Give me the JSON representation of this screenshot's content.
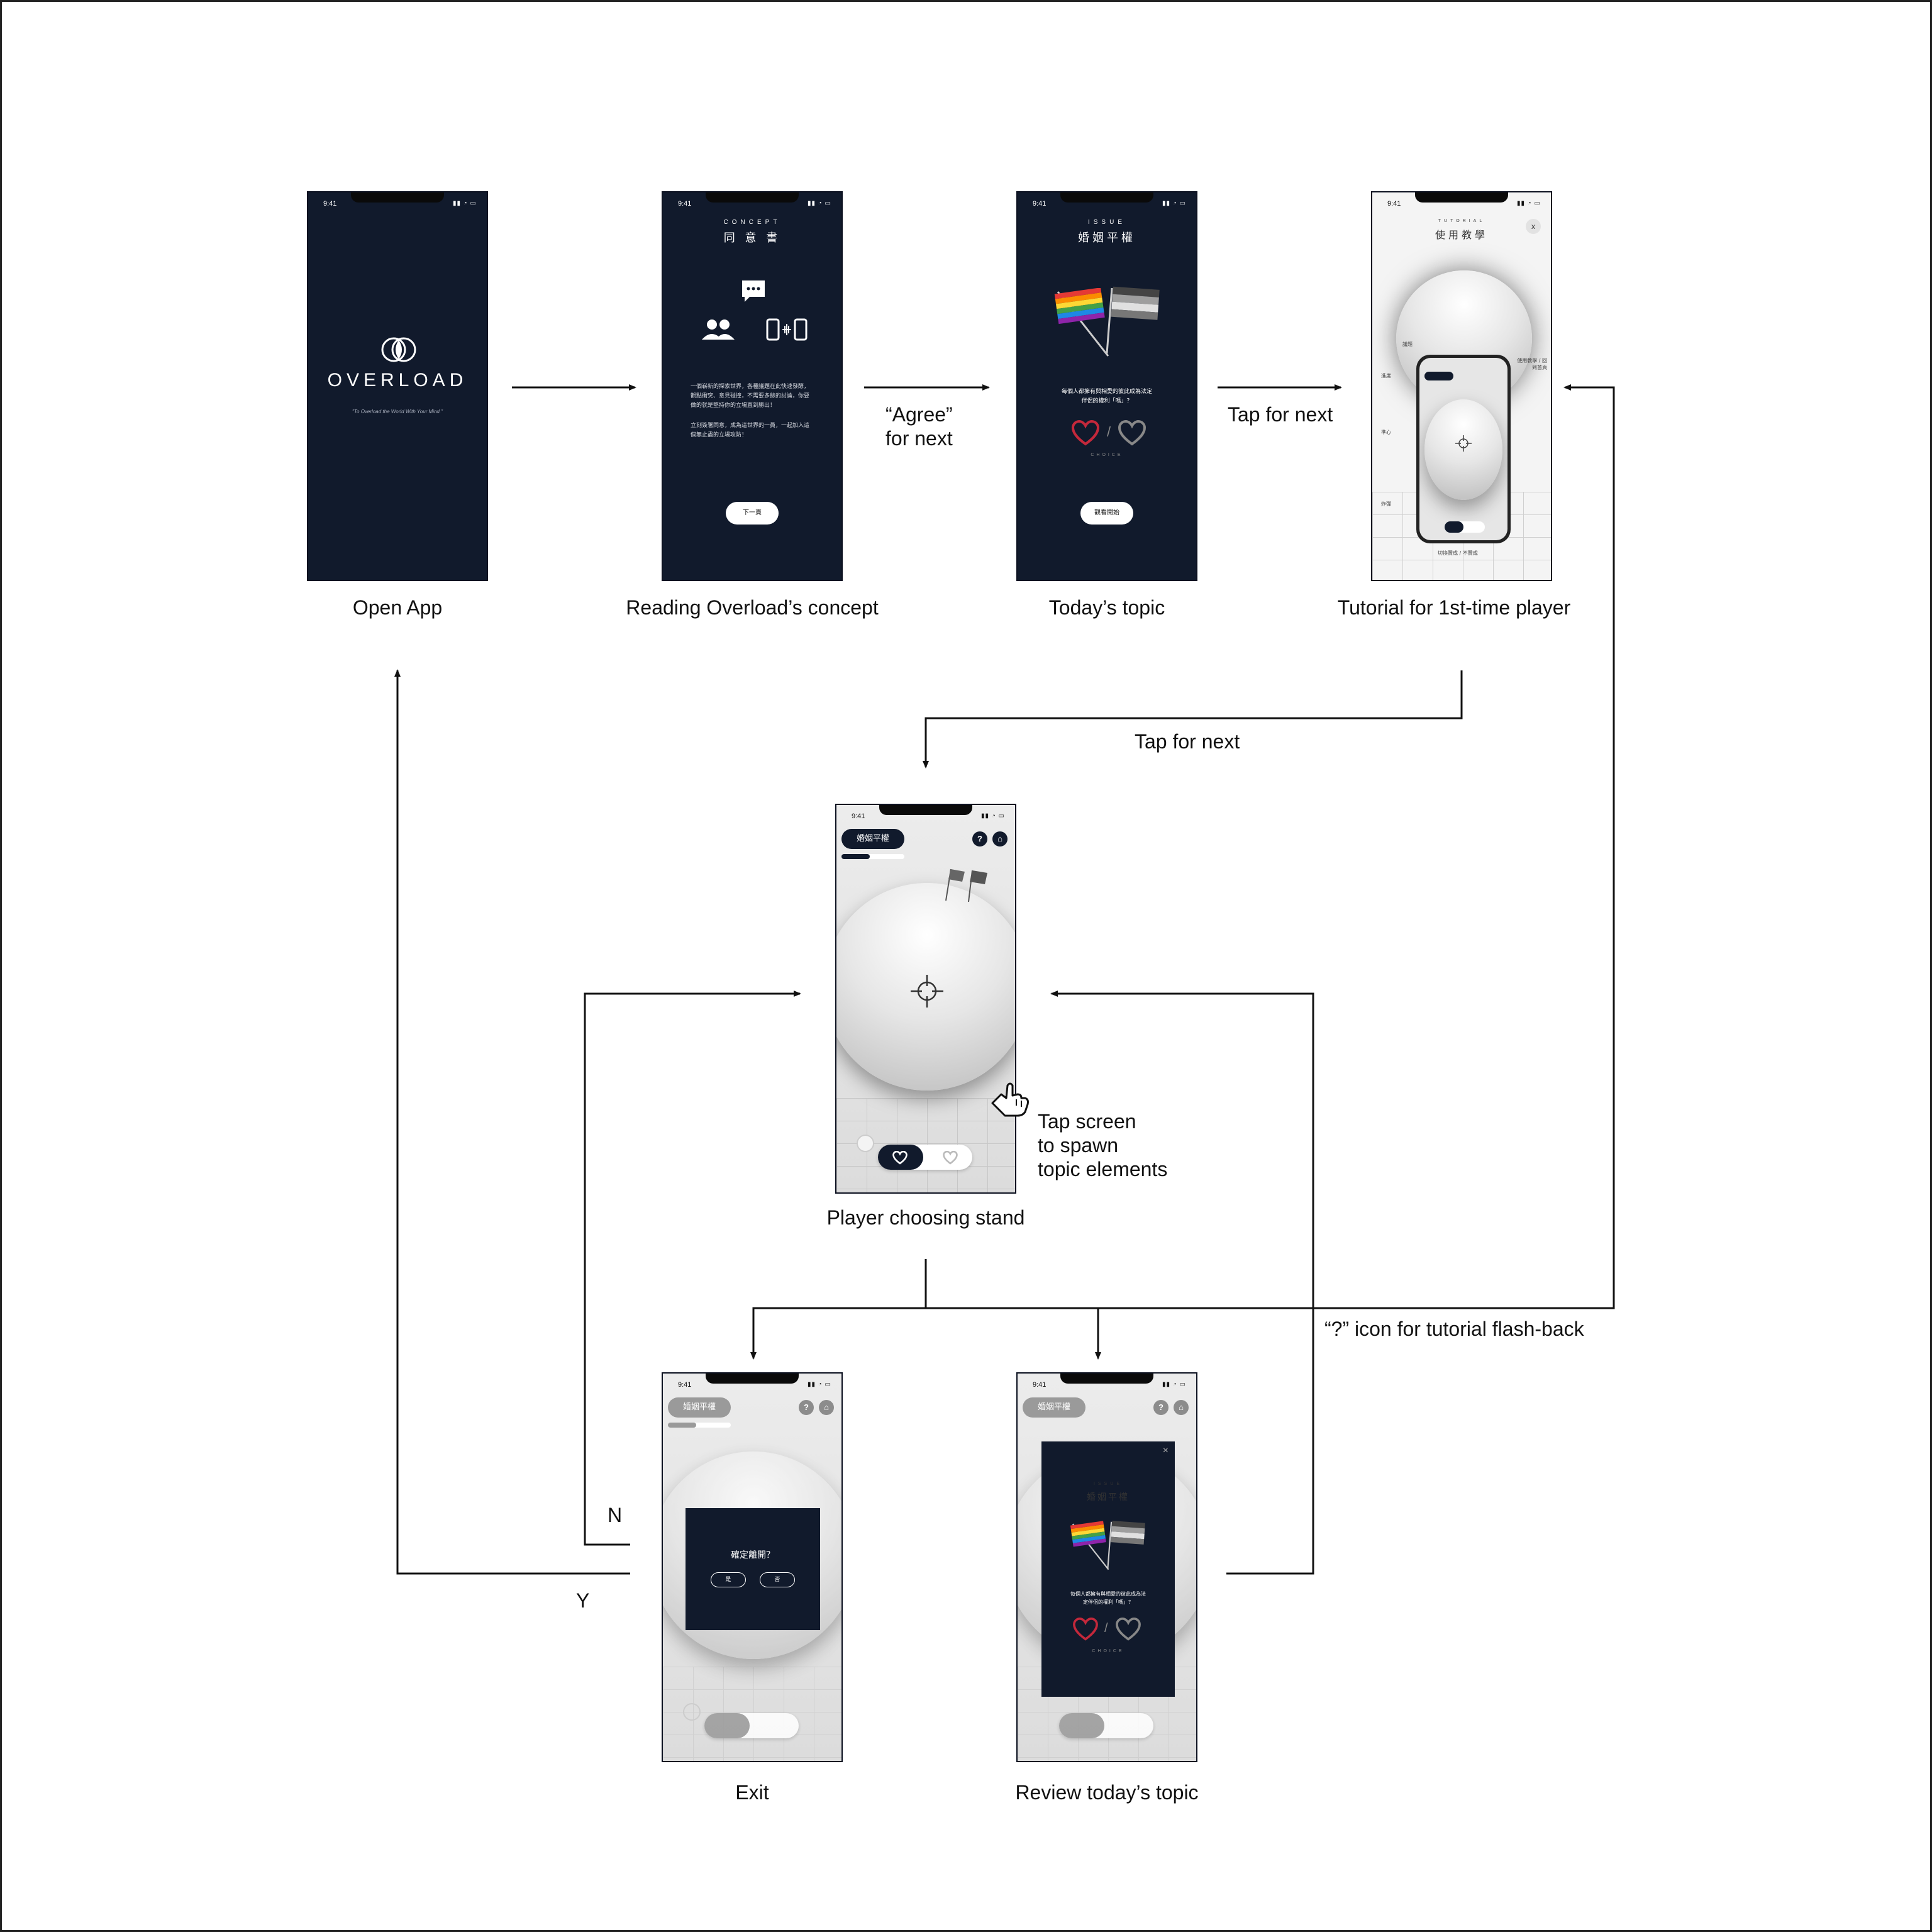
{
  "status": {
    "time": "9:41",
    "icons": "▮▮ ◔ ▭"
  },
  "screens": {
    "open_app": {
      "caption": "Open App",
      "brand": "OVERLOAD",
      "tagline": "\"To Overload the World With Your Mind.\""
    },
    "concept": {
      "caption": "Reading Overload’s concept",
      "subtitle": "CONCEPT",
      "title": "同 意 書",
      "paragraph1": "一個嶄新的探索世界，各種議題在此快速發酵，觀點衝突、意見碰撞，不需要多餘的討論，你要做的就是堅持你的立場直到勝出！",
      "paragraph2": "立刻簽署同意，成為這世界的一員，一起加入這個無止盡的立場攻防！",
      "button": "下一頁"
    },
    "topic": {
      "caption": "Today’s topic",
      "subtitle": "ISSUE",
      "title": "婚姻平權",
      "question": "每個人都擁有與相愛的彼此成為法定伴侶的權利「嗎」？",
      "choices": "CHOICE",
      "button": "觀看開始"
    },
    "tutorial": {
      "caption": "Tutorial for 1st-time player",
      "subtitle": "TUTORIAL",
      "title": "使用教學",
      "close": "x",
      "label_left1": "議題",
      "label_left2": "進度",
      "label_left3": "準心",
      "label_left4": "炸彈",
      "label_right": "使用教學 / 回到首頁",
      "label_bottom": "切換贊成 / 不贊成"
    },
    "stand": {
      "caption": "Player choosing stand",
      "issue": "婚姻平權",
      "help": "?",
      "home": "⌂"
    },
    "exit": {
      "caption": "Exit",
      "issue": "婚姻平權",
      "help": "?",
      "home": "⌂",
      "question": "確定離開？",
      "yes": "是",
      "no": "否"
    },
    "review": {
      "caption": "Review today’s topic",
      "issue": "婚姻平權",
      "help": "?",
      "home": "⌂",
      "subtitle": "ISSUE",
      "title": "婚姻平權",
      "question": "每個人都擁有與相愛的彼此成為法定伴侶的權利「嗎」？",
      "choices": "CHOICE",
      "close": "×"
    }
  },
  "annotations": {
    "agree": "“Agree”\nfor next",
    "tap_next_1": "Tap for next",
    "tap_next_2": "Tap for next",
    "tap_screen": "Tap screen\nto spawn\ntopic elements",
    "help_icon": "“?” icon for tutorial flash-back",
    "no": "N",
    "yes": "Y"
  },
  "colors": {
    "dark_bg": "#111a2c",
    "arrow": "#111111",
    "heart_red": "#c4283b"
  },
  "icons": [
    "overload-logo-icon",
    "people-icon",
    "chat-bubble-icon",
    "phone-link-icon",
    "rainbow-flag-icon",
    "grey-flag-icon",
    "heart-icon",
    "crosshair-icon",
    "hand-pointer-icon",
    "help-icon",
    "home-icon",
    "close-icon"
  ]
}
